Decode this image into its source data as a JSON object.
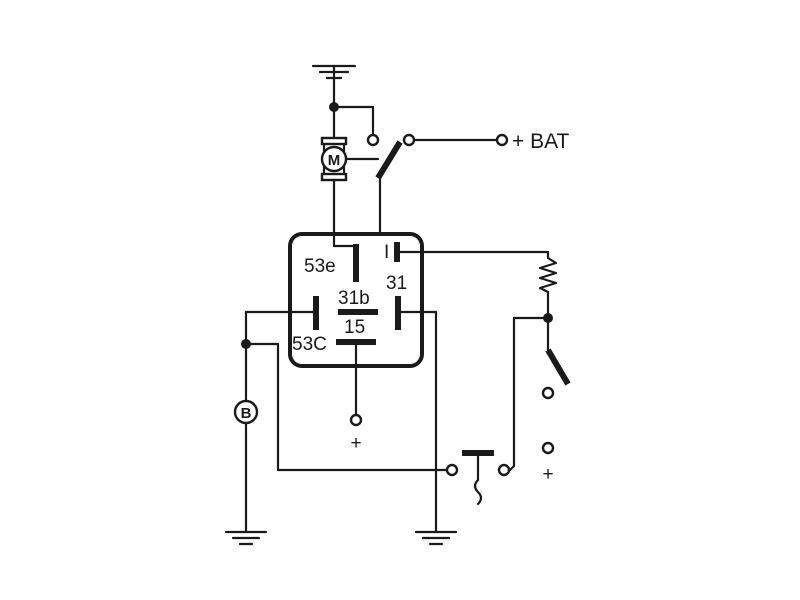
{
  "labels": {
    "battery": "+ BAT",
    "motor": "M",
    "bulb": "B",
    "terminal_53e": "53e",
    "terminal_31b": "31b",
    "terminal_31": "31",
    "terminal_i": "I",
    "terminal_15": "15",
    "terminal_53c": "53C",
    "plus_center": "+",
    "plus_right": "+"
  },
  "colors": {
    "line": "#1a1a1a",
    "background": "#ffffff"
  }
}
